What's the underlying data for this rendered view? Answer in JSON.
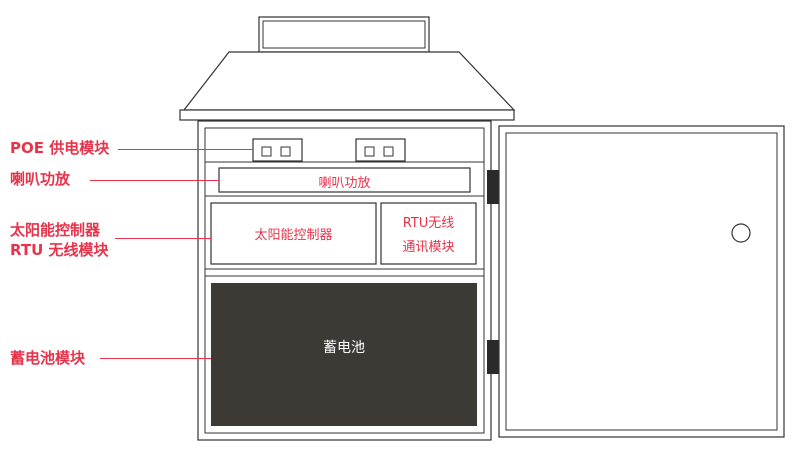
{
  "labels": {
    "poe": "POE 供电模块",
    "amp": "喇叭功放",
    "solar": "太阳能控制器",
    "rtu": "RTU 无线模块",
    "battery": "蓄电池模块"
  },
  "cabinet": {
    "amp_text": "喇叭功放",
    "solar_text": "太阳能控制器",
    "rtu_line1": "RTU无线",
    "rtu_line2": "通讯模块",
    "battery_text": "蓄电池"
  },
  "colors": {
    "accent": "#e8334a",
    "line": "#333333",
    "battery_fill": "#3d3a36"
  }
}
